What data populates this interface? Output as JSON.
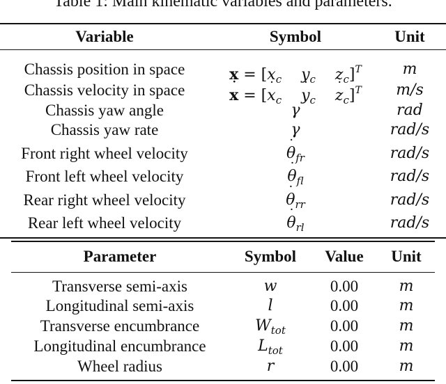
{
  "caption": "Table 1: Main kinematic variables and parameters.",
  "variables_table": {
    "headers": [
      "Variable",
      "Symbol",
      "Unit"
    ],
    "rows": [
      {
        "variable": "Chassis position in space",
        "symbol": "x = [x_c  y_c  z_c]^T",
        "unit": "m"
      },
      {
        "variable": "Chassis velocity in space",
        "symbol": "ẋ = [ẋ_c  ẏ_c  ż_c]^T",
        "unit": "m/s"
      },
      {
        "variable": "Chassis yaw angle",
        "symbol": "γ",
        "unit": "rad"
      },
      {
        "variable": "Chassis yaw rate",
        "symbol": "γ",
        "unit": "rad/s"
      },
      {
        "variable": "Front right wheel velocity",
        "symbol": "θ̇_fr",
        "unit": "rad/s"
      },
      {
        "variable": "Front left wheel velocity",
        "symbol": "θ̇_fl",
        "unit": "rad/s"
      },
      {
        "variable": "Rear right wheel velocity",
        "symbol": "θ̇_rr",
        "unit": "rad/s"
      },
      {
        "variable": "Rear left wheel velocity",
        "symbol": "θ̇_rl",
        "unit": "rad/s"
      }
    ]
  },
  "parameters_table": {
    "headers": [
      "Parameter",
      "Symbol",
      "Value",
      "Unit"
    ],
    "rows": [
      {
        "parameter": "Transverse semi-axis",
        "symbol": "w",
        "value": "0.00",
        "unit": "m"
      },
      {
        "parameter": "Longitudinal semi-axis",
        "symbol": "l",
        "value": "0.00",
        "unit": "m"
      },
      {
        "parameter": "Transverse encumbrance",
        "symbol": "W_tot",
        "value": "0.00",
        "unit": "m"
      },
      {
        "parameter": "Longitudinal encumbrance",
        "symbol": "L_tot",
        "value": "0.00",
        "unit": "m"
      },
      {
        "parameter": "Wheel radius",
        "symbol": "r",
        "value": "0.00",
        "unit": "m"
      }
    ]
  },
  "symbol_parts": {
    "eq": " = [",
    "x": "x",
    "y": "y",
    "z": "z",
    "c": "c",
    "T": "T",
    "close": "]",
    "theta": "θ",
    "gamma": "γ",
    "fr": "fr",
    "fl": "fl",
    "rr": "rr",
    "rl": "rl",
    "W": "W",
    "L": "L",
    "tot": "tot"
  }
}
